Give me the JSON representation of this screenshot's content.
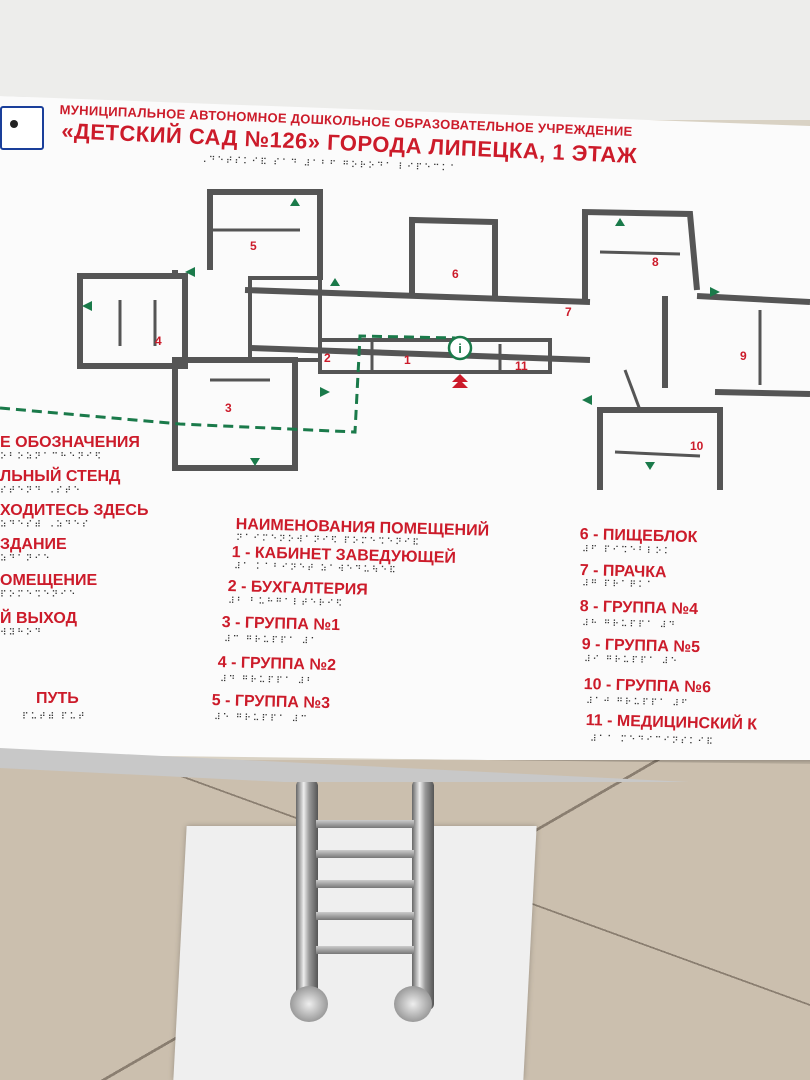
{
  "sign": {
    "title_line1": "МУНИЦИПАЛЬНОЕ АВТОНОМНОЕ ДОШКОЛЬНОЕ ОБРАЗОВАТЕЛЬНОЕ УЧРЕЖДЕНИЕ",
    "title_line2": "«ДЕТСКИЙ САД №126» ГОРОДА ЛИПЕЦКА, 1 ЭТАЖ",
    "info_symbol": "i"
  },
  "map_labels": {
    "r1": "1",
    "r2": "2",
    "r3": "3",
    "r4": "4",
    "r5": "5",
    "r6": "6",
    "r7": "7",
    "r8": "8",
    "r9": "9",
    "r10": "10",
    "r11": "11"
  },
  "legend_left": {
    "items": [
      "Е ОБОЗНАЧЕНИЯ",
      "ЛЬНЫЙ СТЕНД",
      "ХОДИТЕСЬ ЗДЕСЬ",
      "ЗДАНИЕ",
      "ОМЕЩЕНИЕ",
      "Й ВЫХОД",
      "ПУТЬ"
    ]
  },
  "rooms": {
    "heading": "НАИМЕНОВАНИЯ ПОМЕЩЕНИЙ",
    "col1": [
      "1 - КАБИНЕТ ЗАВЕДУЮЩЕЙ",
      "2 - БУХГАЛТЕРИЯ",
      "3 - ГРУППА №1",
      "4 - ГРУППА №2",
      "5 - ГРУППА №3"
    ],
    "col2": [
      "6 - ПИЩЕБЛОК",
      "7 - ПРАЧКА",
      "8 - ГРУППА №4",
      "9 - ГРУППА №5",
      "10 - ГРУППА №6",
      "11 - МЕДИЦИНСКИЙ К"
    ]
  },
  "colors": {
    "text_red": "#cc1b2a",
    "route_green": "#1a7a4a",
    "wall_gray": "#555555",
    "logo_blue": "#1a3f9a"
  }
}
